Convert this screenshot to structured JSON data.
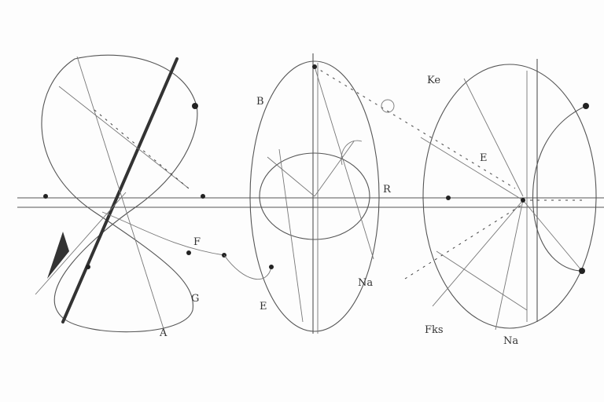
{
  "labels": {
    "left_f": "F",
    "left_g": "G",
    "left_a": "A",
    "mid_b": "B",
    "mid_e": "E",
    "mid_r": "R",
    "mid_na": "Na",
    "right_ke": "Ke",
    "right_e": "E",
    "right_fks": "Fks",
    "right_na": "Na"
  },
  "colors": {
    "ink": "#333333",
    "background": "#fdfdfd"
  }
}
